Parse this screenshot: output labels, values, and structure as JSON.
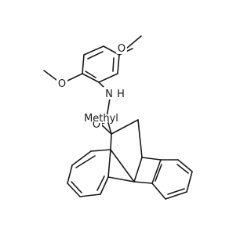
{
  "molecule": {
    "atom_labels": {
      "methoxy_top_o": "O",
      "methoxy_left_o": "O",
      "amide_n": "N",
      "amide_h": "H",
      "carbonyl_o": "O",
      "methyl_label": "Methyl"
    }
  },
  "colors": {
    "bond": "#1a1a1a",
    "background": "#ffffff"
  }
}
